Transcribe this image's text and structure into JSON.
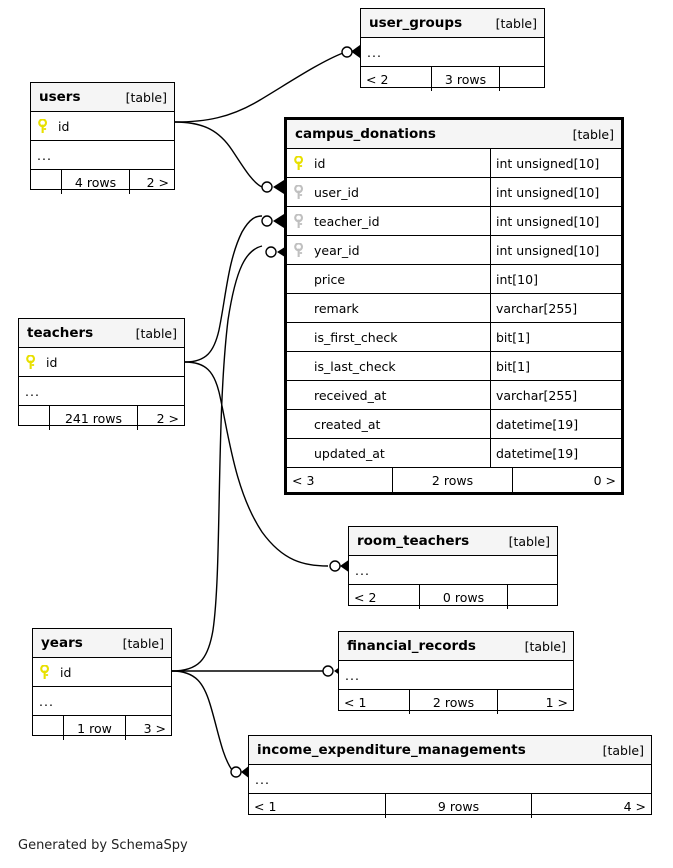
{
  "diagram": {
    "type": "entity-relationship-diagram",
    "generator_credit": "Generated by SchemaSpy",
    "focal_table": "campus_donations",
    "table_tag": "[table]",
    "ellipsis": "...",
    "key_icons": {
      "primary_key": "yellow-key-icon",
      "foreign_key": "gray-key-icon"
    }
  },
  "tables": {
    "user_groups": {
      "name": "user_groups",
      "tag": "[table]",
      "ellipsis": "...",
      "footer": {
        "left": "< 2",
        "mid": "3 rows",
        "right": ""
      }
    },
    "users": {
      "name": "users",
      "tag": "[table]",
      "columns": [
        {
          "key": "pk",
          "name": "id",
          "type": ""
        }
      ],
      "ellipsis": "...",
      "footer": {
        "left": "",
        "mid": "4 rows",
        "right": "2 >"
      }
    },
    "campus_donations": {
      "name": "campus_donations",
      "tag": "[table]",
      "columns": [
        {
          "key": "pk",
          "name": "id",
          "type": "int unsigned[10]"
        },
        {
          "key": "fk",
          "name": "user_id",
          "type": "int unsigned[10]"
        },
        {
          "key": "fk",
          "name": "teacher_id",
          "type": "int unsigned[10]"
        },
        {
          "key": "fk",
          "name": "year_id",
          "type": "int unsigned[10]"
        },
        {
          "key": "",
          "name": "price",
          "type": "int[10]"
        },
        {
          "key": "",
          "name": "remark",
          "type": "varchar[255]"
        },
        {
          "key": "",
          "name": "is_first_check",
          "type": "bit[1]"
        },
        {
          "key": "",
          "name": "is_last_check",
          "type": "bit[1]"
        },
        {
          "key": "",
          "name": "received_at",
          "type": "varchar[255]"
        },
        {
          "key": "",
          "name": "created_at",
          "type": "datetime[19]"
        },
        {
          "key": "",
          "name": "updated_at",
          "type": "datetime[19]"
        }
      ],
      "footer": {
        "left": "< 3",
        "mid": "2 rows",
        "right": "0 >"
      }
    },
    "teachers": {
      "name": "teachers",
      "tag": "[table]",
      "columns": [
        {
          "key": "pk",
          "name": "id",
          "type": ""
        }
      ],
      "ellipsis": "...",
      "footer": {
        "left": "",
        "mid": "241 rows",
        "right": "2 >"
      }
    },
    "room_teachers": {
      "name": "room_teachers",
      "tag": "[table]",
      "ellipsis": "...",
      "footer": {
        "left": "< 2",
        "mid": "0 rows",
        "right": ""
      }
    },
    "years": {
      "name": "years",
      "tag": "[table]",
      "columns": [
        {
          "key": "pk",
          "name": "id",
          "type": ""
        }
      ],
      "ellipsis": "...",
      "footer": {
        "left": "",
        "mid": "1 row",
        "right": "3 >"
      }
    },
    "financial_records": {
      "name": "financial_records",
      "tag": "[table]",
      "ellipsis": "...",
      "footer": {
        "left": "< 1",
        "mid": "2 rows",
        "right": "1 >"
      }
    },
    "income_expenditure_managements": {
      "name": "income_expenditure_managements",
      "tag": "[table]",
      "ellipsis": "...",
      "footer": {
        "left": "< 1",
        "mid": "9 rows",
        "right": "4 >"
      }
    }
  },
  "relationships": [
    {
      "from": "users",
      "to": "user_groups",
      "notation": "crows-foot-optional"
    },
    {
      "from": "users",
      "to": "campus_donations.user_id",
      "notation": "crows-foot-optional"
    },
    {
      "from": "teachers",
      "to": "campus_donations.teacher_id",
      "notation": "crows-foot-optional"
    },
    {
      "from": "teachers",
      "to": "room_teachers",
      "notation": "crows-foot-optional"
    },
    {
      "from": "years",
      "to": "campus_donations.year_id",
      "notation": "crows-foot-optional"
    },
    {
      "from": "years",
      "to": "financial_records",
      "notation": "crows-foot-optional"
    },
    {
      "from": "years",
      "to": "income_expenditure_managements",
      "notation": "crows-foot-optional"
    }
  ]
}
